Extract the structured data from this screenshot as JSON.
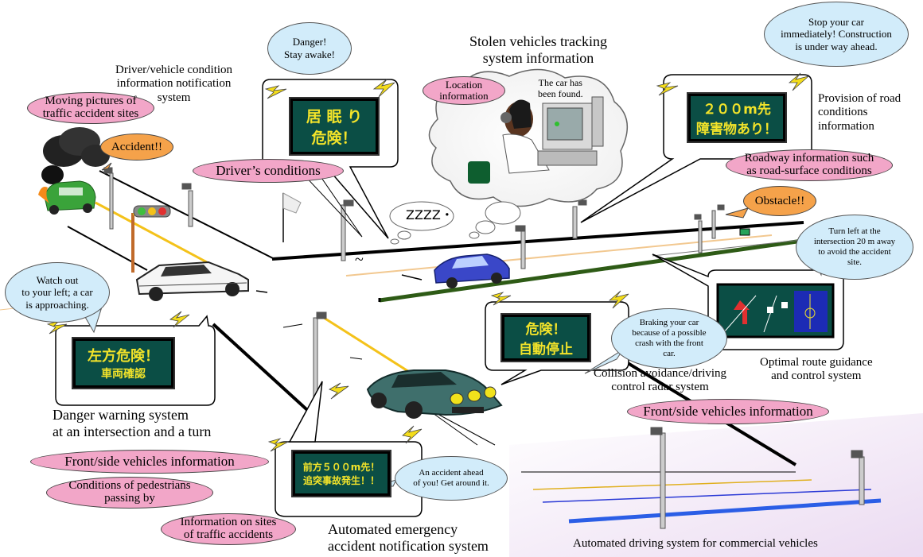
{
  "labels": {
    "stolen_tracking": "Stolen vehicles tracking\nsystem information",
    "driver_condition": "Driver/vehicle condition\ninformation notification\nsystem",
    "provision_road": "Provision of road\nconditions\ninformation",
    "optimal_route": "Optimal route guidance\nand control system",
    "collision_avoid": "Collision avoidance/driving\ncontrol radar system",
    "danger_warning": "Danger warning system\nat an intersection and a turn",
    "auto_emergency": "Automated emergency\naccident notification system",
    "auto_driving": "Automated driving system for commercial vehicles",
    "zzzz": "ZZZZ・",
    "tilde": "~"
  },
  "pills": {
    "moving_pictures": "Moving pictures of\ntraffic accident sites",
    "drivers_conditions": "Driver’s conditions",
    "location_info": "Location\ninformation",
    "roadway_info": "Roadway information such\nas road-surface conditions",
    "front_side_1": "Front/side vehicles information",
    "front_side_2": "Front/side vehicles information",
    "pedestrians": "Conditions of pedestrians\npassing by",
    "accident_sites": "Information on sites\nof traffic accidents"
  },
  "callouts": {
    "accident": "Accident!!",
    "obstacle": "Obstacle!!"
  },
  "bubbles": {
    "danger_awake": "Danger!\nStay awake!",
    "car_found": "The car has\nbeen found.",
    "stop_car": "Stop your car\nimmediately!  Construction\nis under way ahead.",
    "turn_left": "Turn left at the\nintersection 20 m away\nto avoid the accident\nsite.",
    "watch_out": "Watch out\nto your left; a car\nis approaching.",
    "braking": "Braking your car\nbecause of a possible\ncrash with the front\ncar.",
    "accident_ahead": "An accident ahead\nof you!  Get around it."
  },
  "signs": {
    "drowsy": [
      "居 眠 り",
      "危険！"
    ],
    "obstacle200": [
      "２００m先",
      "障害物あり！"
    ],
    "auto_stop": [
      "危険！",
      "自動停止"
    ],
    "left_danger": [
      "左方危険！",
      "車両確認"
    ],
    "crash500": [
      "前方５００m先！",
      "追突事故発生！！"
    ]
  },
  "colors": {
    "pill": "#f2a6c8",
    "bubble": "#d2ecfa",
    "callout": "#f5a24a",
    "sign_bg": "#0b4e45",
    "sign_text": "#f2e32a"
  }
}
